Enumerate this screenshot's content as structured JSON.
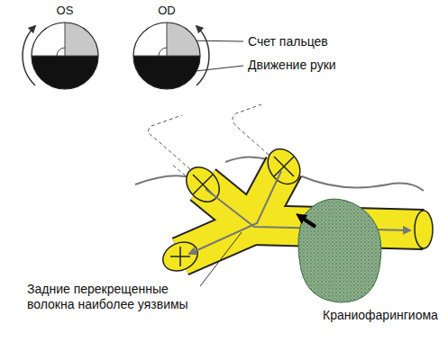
{
  "diagram": {
    "nodes": [
      {
        "text": [
          "OS"
        ]
      },
      {
        "text": [
          "OD"
        ]
      }
    ],
    "labels": [
      "Счет пальцев",
      "Движение руки",
      "Задние перекрещенные волокна наиболее уязвимы",
      "Краниофарингиома"
    ]
  }
}
